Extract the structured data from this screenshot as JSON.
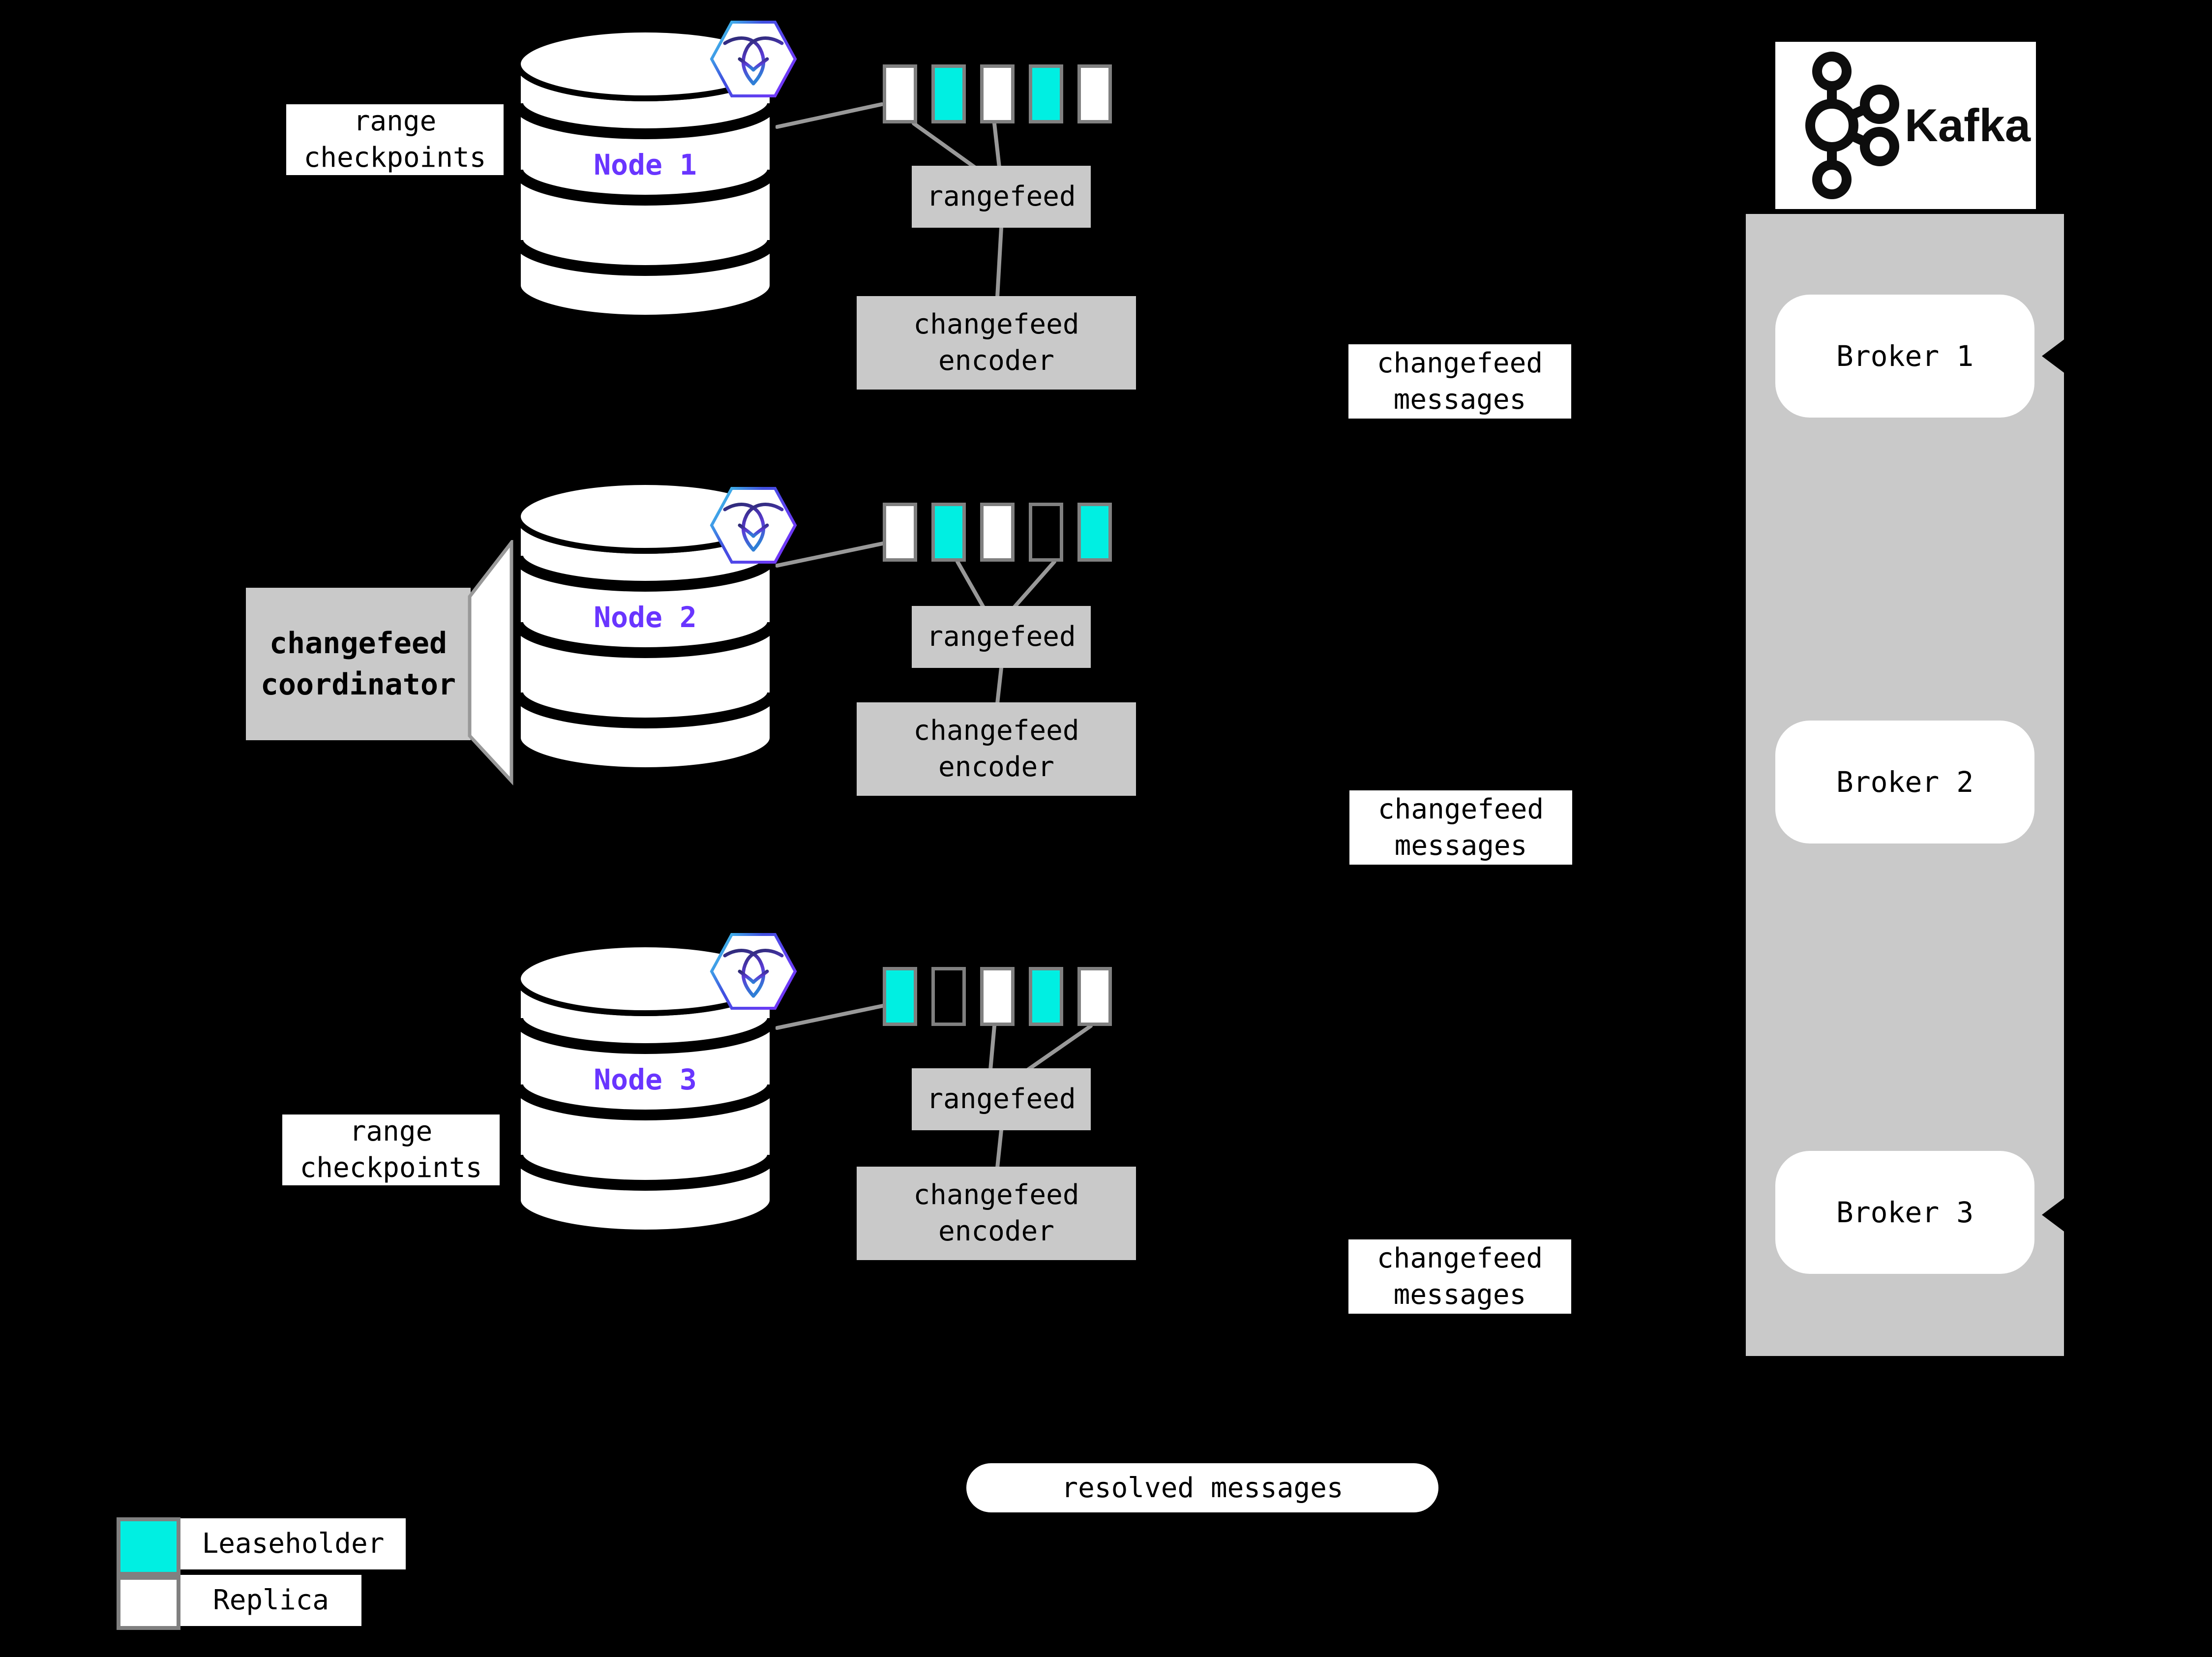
{
  "colors": {
    "background": "#000000",
    "leaseholder": "#00efe2",
    "replica": "#ffffff",
    "box_gray": "#c9c9c9",
    "node_label": "#6935ff",
    "swatch_border": "#808080",
    "connector_gray": "#999999"
  },
  "nodes": [
    {
      "name": "Node 1",
      "annotation_line1": "range",
      "annotation_line2": "checkpoints",
      "ranges": [
        "replica",
        "leaseholder",
        "replica",
        "leaseholder",
        "replica"
      ],
      "rangefeed_label": "rangefeed",
      "encoder_line1": "changefeed",
      "encoder_line2": "encoder"
    },
    {
      "name": "Node 2",
      "annotation_line1": "changefeed",
      "annotation_line2": "coordinator",
      "ranges": [
        "replica",
        "leaseholder",
        "replica",
        "empty",
        "leaseholder"
      ],
      "rangefeed_label": "rangefeed",
      "encoder_line1": "changefeed",
      "encoder_line2": "encoder"
    },
    {
      "name": "Node 3",
      "annotation_line1": "range",
      "annotation_line2": "checkpoints",
      "ranges": [
        "leaseholder",
        "empty",
        "replica",
        "leaseholder",
        "replica"
      ],
      "rangefeed_label": "rangefeed",
      "encoder_line1": "changefeed",
      "encoder_line2": "encoder"
    }
  ],
  "changefeed_messages": {
    "line1": "changefeed",
    "line2": "messages"
  },
  "kafka": {
    "brand": "Kafka",
    "brokers": [
      {
        "label": "Broker 1"
      },
      {
        "label": "Broker 2"
      },
      {
        "label": "Broker 3"
      }
    ]
  },
  "resolved_messages_label": "resolved messages",
  "legend": [
    {
      "kind": "leaseholder",
      "label": "Leaseholder"
    },
    {
      "kind": "replica",
      "label": "Replica"
    }
  ],
  "icons": {
    "cockroach": "cockroachdb-hexagon-icon",
    "kafka_mark": "kafka-logo-icon",
    "database": "database-cylinder-icon"
  }
}
